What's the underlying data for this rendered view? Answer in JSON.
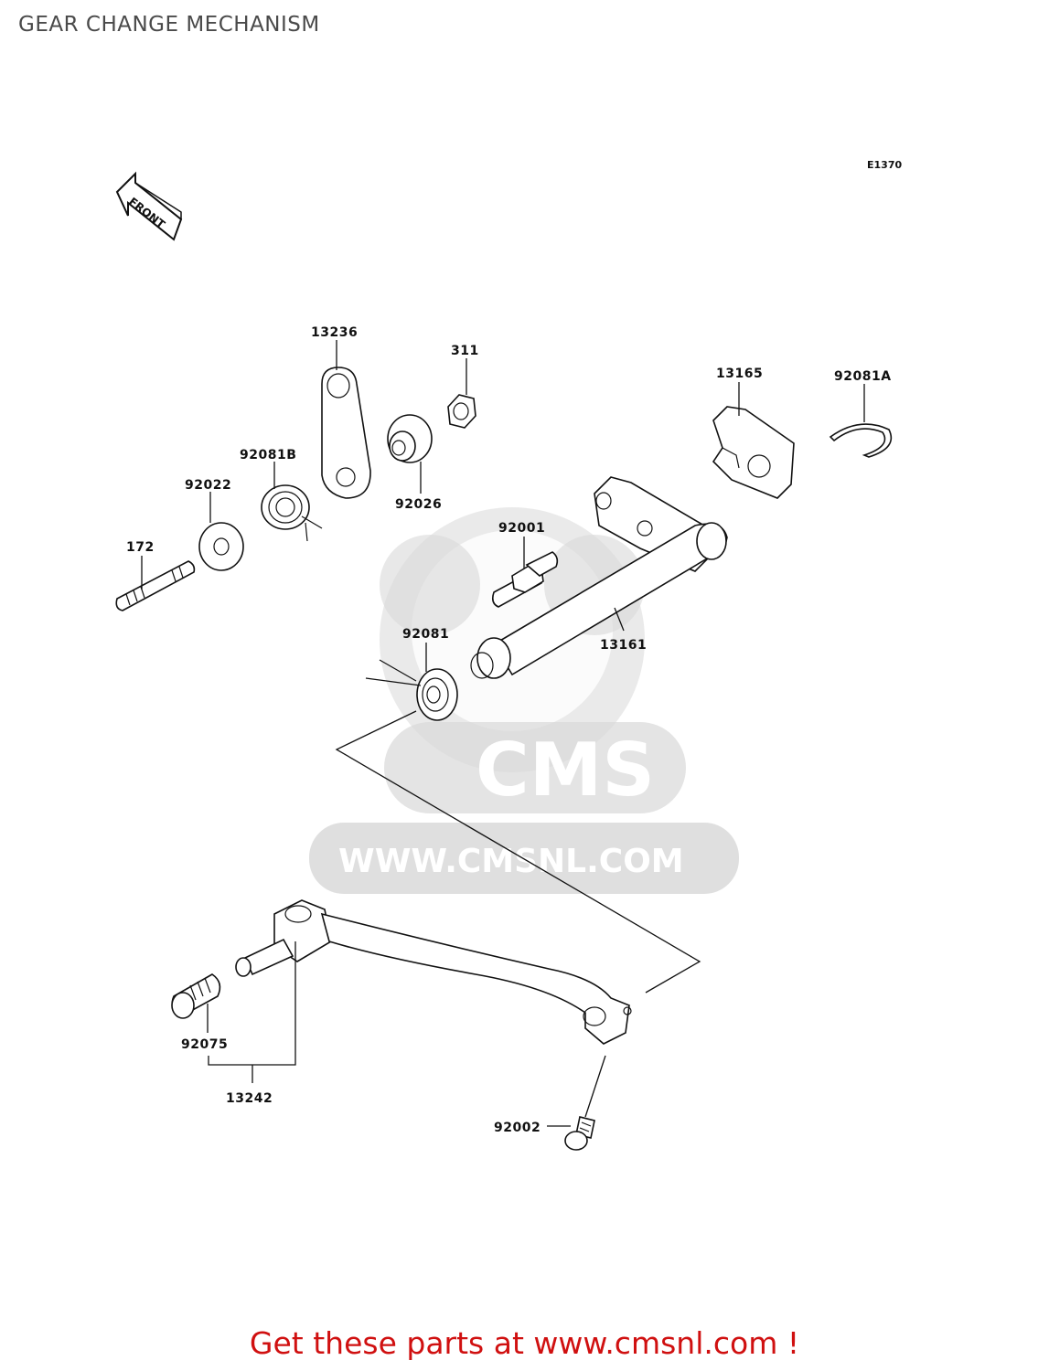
{
  "title": "GEAR CHANGE MECHANISM",
  "diagram_code": "E1370",
  "front_label": "FRONT",
  "watermark": {
    "brand": "CMS",
    "url": "WWW.CMSNL.COM"
  },
  "part_labels": {
    "p13236": "13236",
    "p311": "311",
    "p13165": "13165",
    "p92081A": "92081A",
    "p92081B": "92081B",
    "p92022": "92022",
    "p92026": "92026",
    "p92001": "92001",
    "p172": "172",
    "p92081": "92081",
    "p13161": "13161",
    "p92075": "92075",
    "p13242": "13242",
    "p92002": "92002"
  },
  "footer": "Get these parts at www.cmsnl.com !",
  "colors": {
    "footer": "#d01010",
    "title": "#4a4a4a",
    "watermark": "#d9d9d9"
  }
}
